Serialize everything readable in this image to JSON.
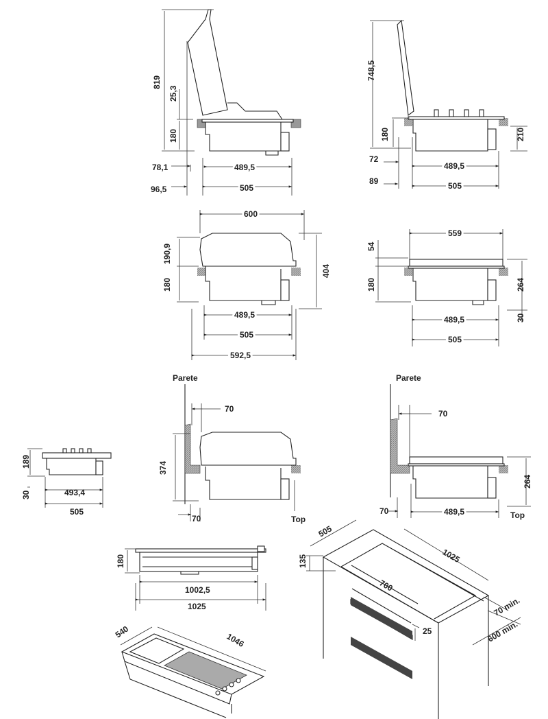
{
  "views": {
    "side_lid_open": {
      "height_total": "819",
      "lid_gap": "25,3",
      "body_height": "180",
      "offset_inner": "78,1",
      "inner_width": "489,5",
      "offset_outer": "96,5",
      "outer_width": "505"
    },
    "side_lid_open_knobs": {
      "height_total": "748,5",
      "body_height": "180",
      "side_height": "210",
      "offset_inner": "72",
      "inner_width": "489,5",
      "offset_outer": "89",
      "outer_width": "505"
    },
    "side_lid_closed": {
      "top_width": "600",
      "lid_height": "190,9",
      "body_height": "180",
      "total_height": "404",
      "inner_width": "489,5",
      "outer_width": "505",
      "overall_width": "592,5"
    },
    "side_flat_lid": {
      "top_width": "559",
      "lid_height": "54",
      "body_height": "180",
      "total_height": "264",
      "inner_width": "489,5",
      "bottom_offset": "30",
      "outer_width": "505"
    },
    "wall_lid_closed": {
      "wall_label": "Parete",
      "wall_gap": "70",
      "height": "374",
      "bottom_gap": "70",
      "top_label": "Top"
    },
    "wall_flat": {
      "wall_label": "Parete",
      "wall_gap": "70",
      "height": "264",
      "bottom_gap": "70",
      "inner_width": "489,5",
      "top_label": "Top"
    },
    "small_side": {
      "height": "189",
      "bottom_offset": "30",
      "inner_width": "493,4",
      "outer_width": "505"
    },
    "front_view": {
      "height": "180",
      "inner_width": "1002,5",
      "outer_width": "1025"
    },
    "cabinet_iso": {
      "depth": "505",
      "width": "1025",
      "height": "135",
      "vent_width": "700",
      "vent_height": "25",
      "rear_gap": "70 min.",
      "cabinet_depth": "600 min."
    },
    "hob_iso": {
      "depth": "540",
      "width": "1046"
    }
  }
}
